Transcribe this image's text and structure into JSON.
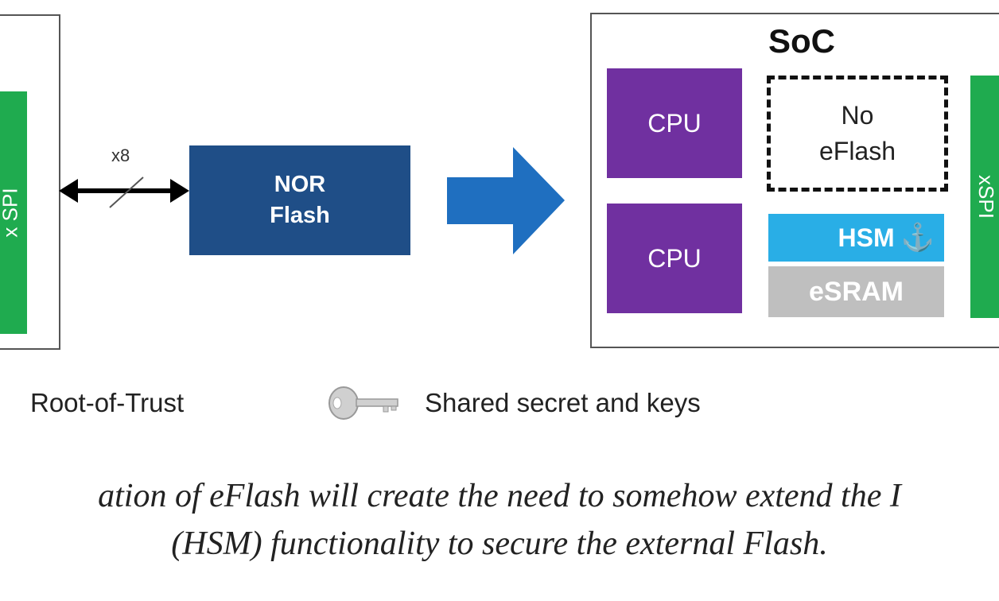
{
  "left_block": {
    "interface_label": "x SPI"
  },
  "bus": {
    "width_label": "x8"
  },
  "nor_flash": {
    "line1": "NOR",
    "line2": "Flash"
  },
  "soc": {
    "title": "SoC",
    "cpu_top": "CPU",
    "cpu_bottom": "CPU",
    "no_eflash_line1": "No",
    "no_eflash_line2": "eFlash",
    "hsm": "HSM",
    "hsm_icon": "anchor-icon",
    "esram": "eSRAM",
    "interface_label": "xSPI"
  },
  "legend": {
    "root_of_trust": "Root-of-Trust",
    "shared_secret": "Shared secret and keys",
    "key_icon": "key-icon"
  },
  "caption": {
    "line1": "ation of eFlash will create the need to somehow extend the I",
    "line2": "(HSM)  functionality to secure the external Flash."
  },
  "colors": {
    "green": "#1fab4f",
    "nor_blue": "#1f4e87",
    "arrow_blue": "#1f6fc0",
    "cpu_purple": "#7030a0",
    "hsm_cyan": "#29aee6",
    "esram_gray": "#bfbfbf"
  }
}
